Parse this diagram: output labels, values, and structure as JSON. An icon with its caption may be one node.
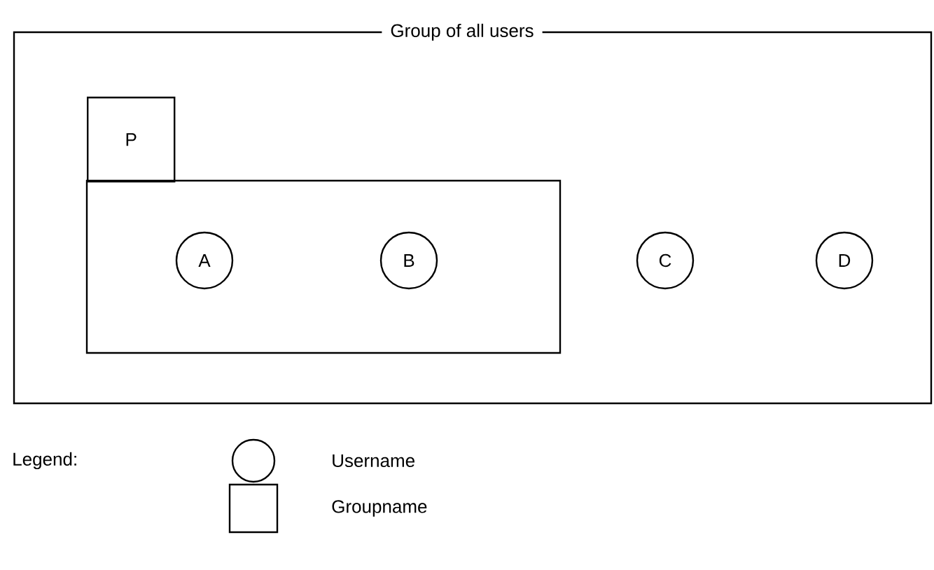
{
  "diagram": {
    "nodes": [
      {
        "text": [
          "Group of all users"
        ]
      },
      {
        "text": [
          "P"
        ],
        "in": 0
      },
      {
        "text": [
          "A"
        ],
        "in": 1
      },
      {
        "text": [
          "B"
        ],
        "in": 1
      },
      {
        "text": [
          "C"
        ],
        "in": 0
      },
      {
        "text": [
          "D"
        ],
        "in": 0
      }
    ],
    "labels": [
      "Legend:"
    ],
    "legend": [
      {
        "text": "Username"
      },
      {
        "text": "Groupname"
      }
    ]
  }
}
